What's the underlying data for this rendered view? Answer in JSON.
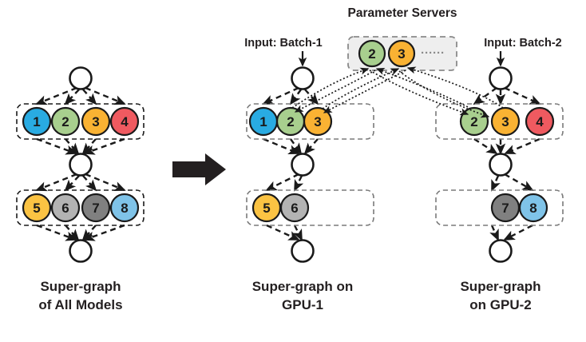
{
  "figure": {
    "title_left": "Super-graph of All Models",
    "arrow": "thick-right-arrow"
  },
  "palette": {
    "blue": "#29ABE2",
    "green": "#A8CF8E",
    "orange": "#F9B233",
    "red": "#EF5A60",
    "yellow": "#FBC343",
    "gray_light": "#B3B3B3",
    "gray_dark": "#808080",
    "blue_light": "#7FC3E8",
    "ps_box_fill": "#EEEEEE",
    "ps_box_stroke": "#8A8A8A",
    "ink": "#231F20",
    "white": "#FFFFFF"
  },
  "left_panel": {
    "caption_line1": "Super-graph",
    "caption_line2": "of All Models",
    "layer1": {
      "nodes": [
        {
          "label": "1",
          "color": "#29ABE2"
        },
        {
          "label": "2",
          "color": "#A8CF8E"
        },
        {
          "label": "3",
          "color": "#F9B233"
        },
        {
          "label": "4",
          "color": "#EF5A60"
        }
      ]
    },
    "layer2": {
      "nodes": [
        {
          "label": "5",
          "color": "#FBC343"
        },
        {
          "label": "6",
          "color": "#B3B3B3"
        },
        {
          "label": "7",
          "color": "#808080"
        },
        {
          "label": "8",
          "color": "#7FC3E8"
        }
      ]
    },
    "white_nodes": 3
  },
  "parameter_servers": {
    "title": "Parameter Servers",
    "nodes": [
      {
        "label": "2",
        "color": "#A8CF8E"
      },
      {
        "label": "3",
        "color": "#F9B233"
      }
    ],
    "ellipsis": "······"
  },
  "gpu1": {
    "input_label": "Input: Batch-1",
    "caption_line1": "Super-graph on",
    "caption_line2": "GPU-1",
    "layer1": {
      "nodes": [
        {
          "label": "1",
          "color": "#29ABE2"
        },
        {
          "label": "2",
          "color": "#A8CF8E"
        },
        {
          "label": "3",
          "color": "#F9B233"
        }
      ]
    },
    "layer2": {
      "nodes": [
        {
          "label": "5",
          "color": "#FBC343"
        },
        {
          "label": "6",
          "color": "#B3B3B3"
        }
      ]
    }
  },
  "gpu2": {
    "input_label": "Input: Batch-2",
    "caption_line1": "Super-graph",
    "caption_line2": "on GPU-2",
    "layer1": {
      "nodes": [
        {
          "label": "2",
          "color": "#A8CF8E"
        },
        {
          "label": "3",
          "color": "#F9B233"
        },
        {
          "label": "4",
          "color": "#EF5A60"
        }
      ]
    },
    "layer2": {
      "nodes": [
        {
          "label": "7",
          "color": "#808080"
        },
        {
          "label": "8",
          "color": "#7FC3E8"
        }
      ]
    }
  }
}
